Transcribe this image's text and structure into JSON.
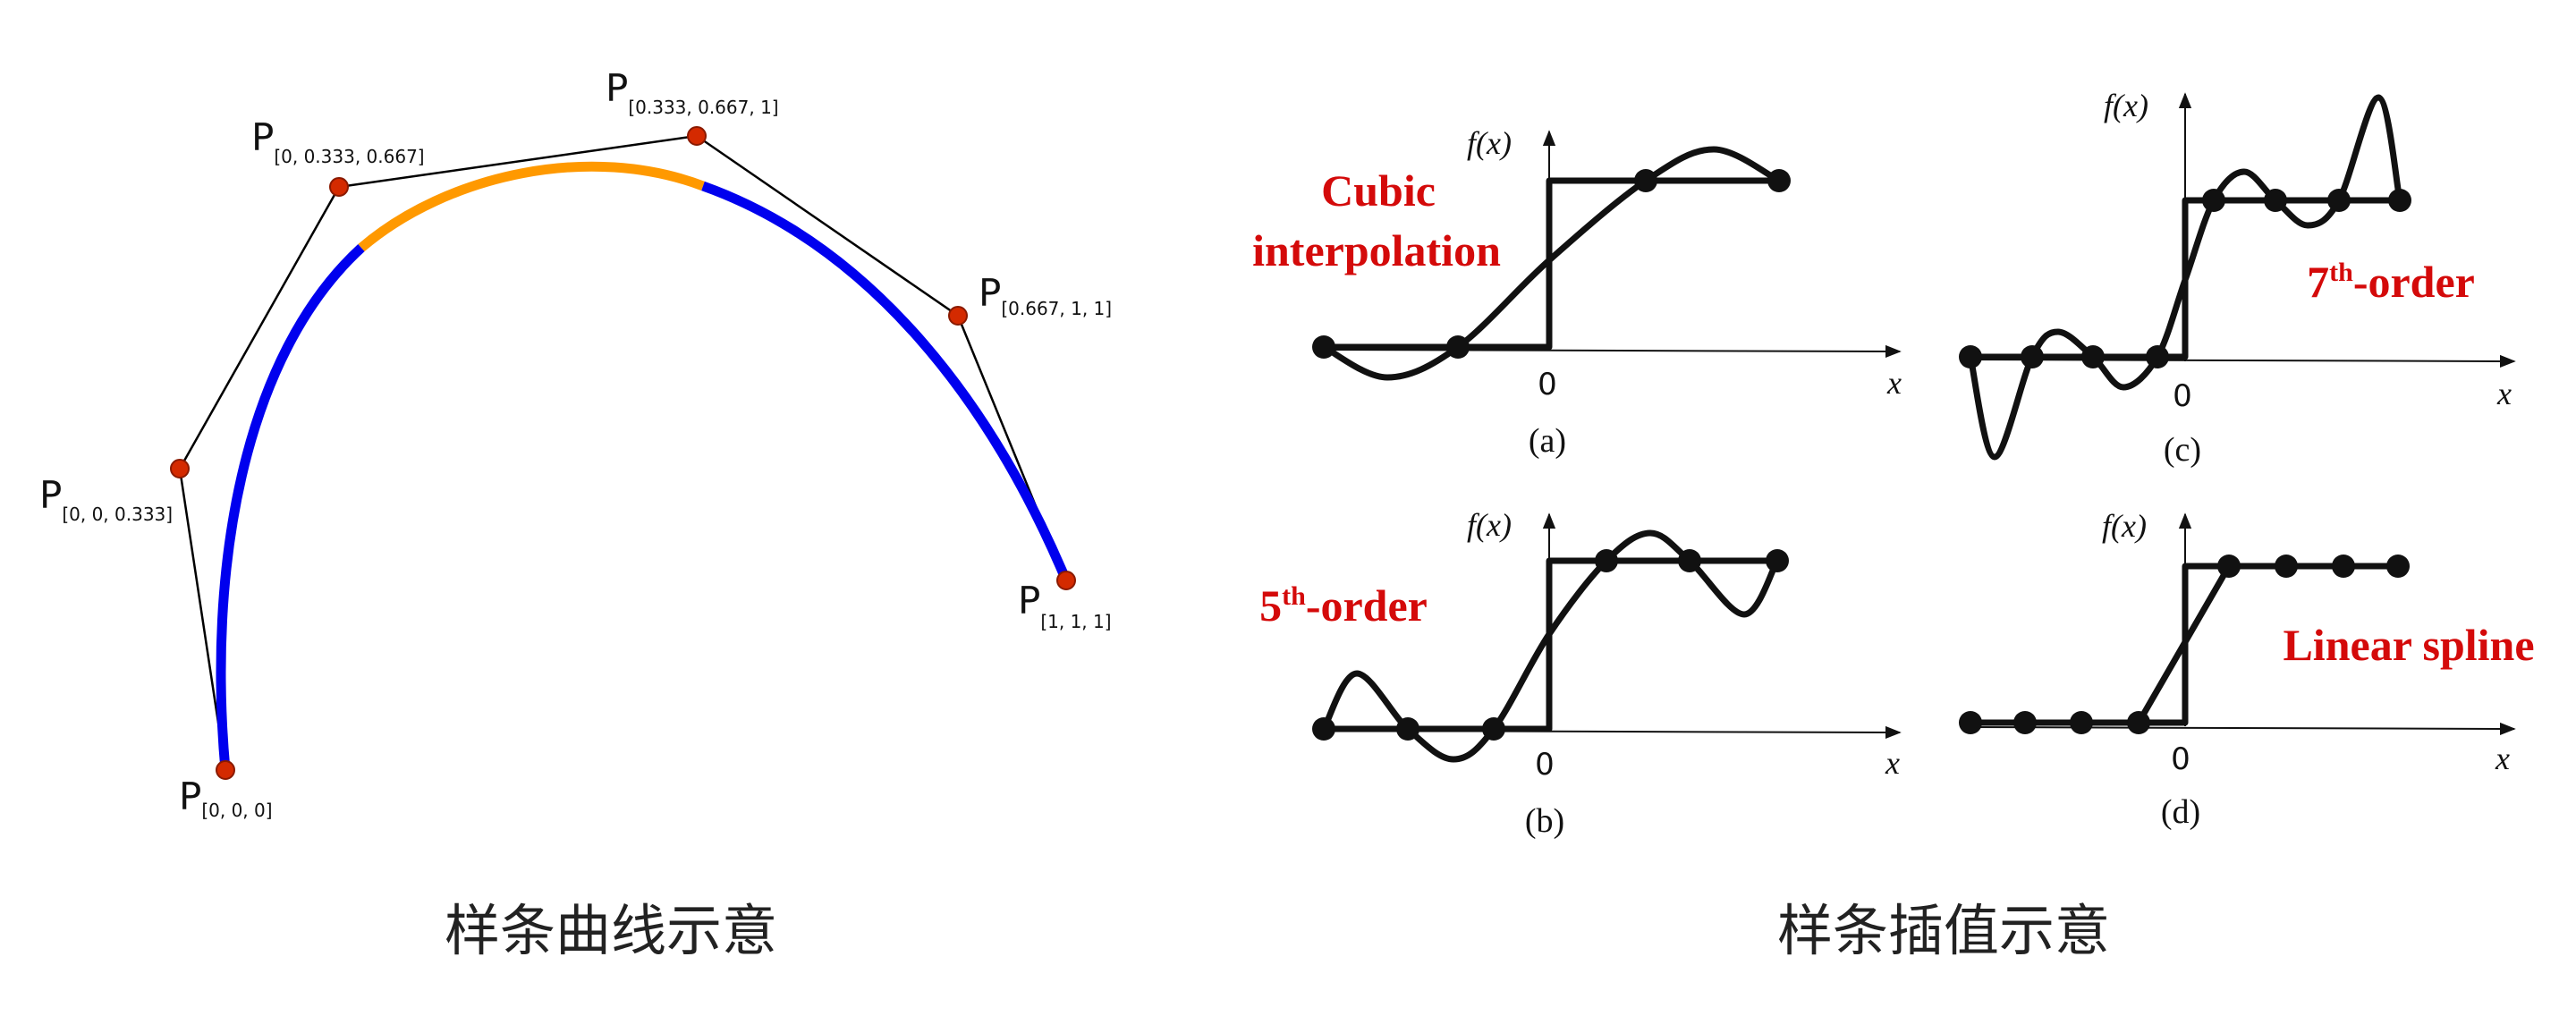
{
  "left_figure": {
    "caption": "样条曲线示意",
    "control_points": [
      {
        "symbol": "P",
        "subscript": "[0, 0, 0]"
      },
      {
        "symbol": "P",
        "subscript": "[0, 0, 0.333]"
      },
      {
        "symbol": "P",
        "subscript": "[0, 0.333, 0.667]"
      },
      {
        "symbol": "P",
        "subscript": "[0.333, 0.667, 1]"
      },
      {
        "symbol": "P",
        "subscript": "[0.667, 1, 1]"
      },
      {
        "symbol": "P",
        "subscript": "[1, 1, 1]"
      }
    ],
    "colors": {
      "curve": "#0000ee",
      "highlight_segment": "#ff9900",
      "points": "#d42a00",
      "polygon": "#000000"
    }
  },
  "right_figure": {
    "caption": "样条插值示意",
    "panels": [
      {
        "id": "a",
        "label": "(a)",
        "y_axis": "f(x)",
        "x_axis": "x",
        "origin": "0",
        "title_line1": "Cubic",
        "title_line2": "interpolation"
      },
      {
        "id": "b",
        "label": "(b)",
        "y_axis": "f(x)",
        "x_axis": "x",
        "origin": "0",
        "title_base": "5",
        "title_sup": "th",
        "title_rest": "-order"
      },
      {
        "id": "c",
        "label": "(c)",
        "y_axis": "f(x)",
        "x_axis": "x",
        "origin": "0",
        "title_base": "7",
        "title_sup": "th",
        "title_rest": "-order"
      },
      {
        "id": "d",
        "label": "(d)",
        "y_axis": "f(x)",
        "x_axis": "x",
        "origin": "0",
        "title_line1": "Linear spline"
      }
    ],
    "colors": {
      "title": "#d40a0a",
      "curve": "#111111"
    }
  }
}
